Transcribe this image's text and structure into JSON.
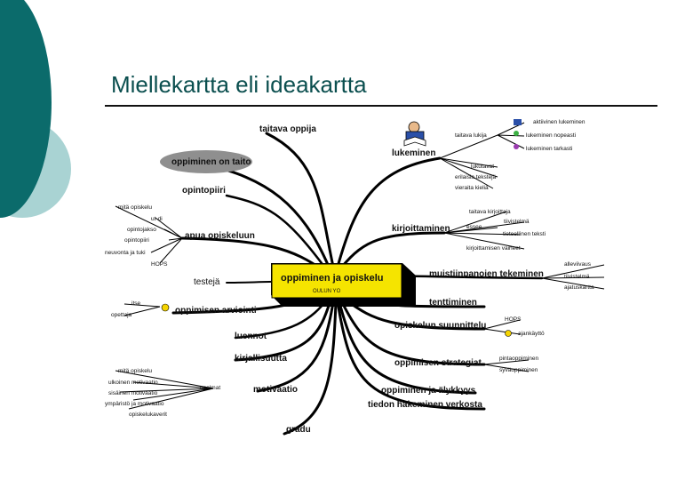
{
  "slide": {
    "title": "Miellekartta eli ideakartta",
    "colors": {
      "teal_dark": "#0b6b6b",
      "teal_light": "#a9d3d3",
      "center_fill": "#f5e400",
      "title_color": "#0b4f4f"
    }
  },
  "center": {
    "label": "oppiminen ja opiskelu",
    "sublabel": "OULUN YO"
  },
  "branches": {
    "taitava_oppija": "taitava oppija",
    "oppiminen_on_taito": "oppiminen on taito",
    "opintopiiri": "opintopiiri",
    "apua_opiskeluun": "apua opiskeluun",
    "testeja": "testejä",
    "oppimisen_arviointi": "oppimisen arviointi",
    "luennot": "luennot",
    "kirjallisuutta": "kirjallisuutta",
    "motivaatio": "motivaatio",
    "gradu": "gradu",
    "lukeminen": "lukeminen",
    "kirjoittaminen": "kirjoittaminen",
    "muistiinpanojen_tekeminen": "muistiinpanojen tekeminen",
    "tenttiminen": "tenttiminen",
    "opiskelun_suunnittelu": "opiskelun suunnittelu",
    "oppimisen_strategiat": "oppimisen strategiat",
    "oppiminen_ja_alykkyys": "oppiminen ja älykkyys",
    "tiedon_hakeminen": "tiedon hakeminen verkosta"
  },
  "sub": {
    "apua": [
      "mitä opiskelu",
      "ut-di",
      "opintojakso",
      "opintopiiri",
      "neuvonta ja tuki",
      "HOPS"
    ],
    "arviointi": [
      "itse",
      "opettaja"
    ],
    "motivaatio_left": [
      "mitä opiskelu",
      "ulkoinen motivaatio",
      "sisäinen motivaatio",
      "ympäristö ja motivaatio",
      "opiskelukaverit"
    ],
    "motivaatio_mid": "unelmat",
    "lukeminen_right": [
      "taitava lukija"
    ],
    "lukeminen_sub": [
      "aktiivinen lukeminen",
      "lukeminen nopeasti",
      "lukeminen tarkasti"
    ],
    "lukeminen_low": [
      "lukutavat",
      "erilaisia tekstejä",
      "vieraita kieliä"
    ],
    "kirjoittaminen": [
      "taitava kirjoittaja",
      "tiivistelmä",
      "essee",
      "tieteellinen teksti",
      "kirjoittamisen vaiheet"
    ],
    "muistiinpanot": [
      "alleviivaus",
      "tiivistelmä",
      "ajatuskartta"
    ],
    "suunnittelu": [
      "HOPS",
      "ajankäyttö"
    ],
    "strategiat": [
      "pintaoppiminen",
      "syväoppiminen"
    ]
  }
}
